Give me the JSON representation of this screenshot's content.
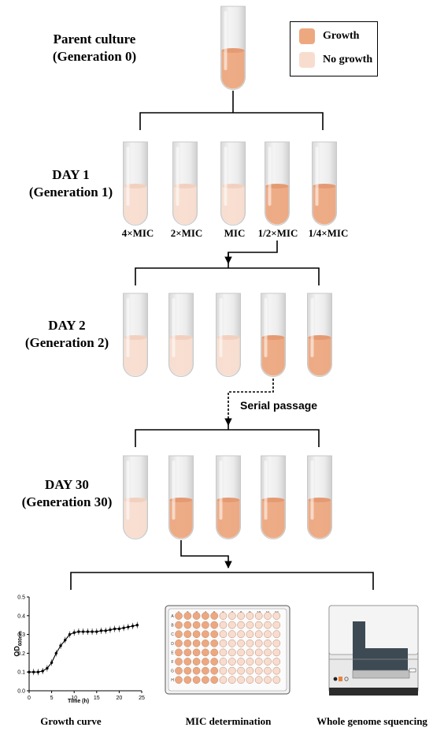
{
  "legend": {
    "growth_label": "Growth",
    "nogrowth_label": "No growth",
    "growth_color": "#eda880",
    "nogrowth_color": "#f8ddcf"
  },
  "stages": [
    {
      "title": "Parent culture",
      "subtitle": "(Generation 0)"
    },
    {
      "title": "DAY 1",
      "subtitle": "(Generation 1)"
    },
    {
      "title": "DAY 2",
      "subtitle": "(Generation 2)"
    },
    {
      "title": "DAY 30",
      "subtitle": "(Generation 30)"
    }
  ],
  "concentrations": [
    "4×MIC",
    "2×MIC",
    "MIC",
    "1/2×MIC",
    "1/4×MIC"
  ],
  "tube_states": {
    "parent": [
      "growth"
    ],
    "day1": [
      "none",
      "none",
      "none",
      "growth",
      "growth"
    ],
    "day2": [
      "none",
      "none",
      "none",
      "growth",
      "growth"
    ],
    "day30": [
      "none",
      "growth",
      "growth",
      "growth",
      "growth"
    ]
  },
  "serial_passage_label": "Serial passage",
  "outputs": [
    "Growth curve",
    "MIC determination",
    "Whole genome squencing"
  ],
  "growth_chart": {
    "ylabel_main": "OD",
    "ylabel_sub": "600nm",
    "xlabel": "Time (h)",
    "x_ticks": [
      "0",
      "5",
      "10",
      "15",
      "20",
      "25"
    ],
    "y_ticks": [
      "0.0",
      "0.1",
      "0.2",
      "0.3",
      "0.4",
      "0.5"
    ]
  },
  "chart_data": {
    "type": "line",
    "xlabel": "Time (h)",
    "ylabel": "OD600nm",
    "xlim": [
      0,
      25
    ],
    "ylim": [
      0,
      0.5
    ],
    "series": [
      {
        "x": [
          0,
          1,
          2,
          3,
          4,
          5,
          6,
          7,
          8,
          9,
          10,
          11,
          12,
          13,
          14,
          15,
          16,
          17,
          18,
          19,
          20,
          21,
          22,
          23,
          24
        ],
        "values": [
          0.1,
          0.1,
          0.1,
          0.105,
          0.12,
          0.15,
          0.2,
          0.24,
          0.27,
          0.3,
          0.31,
          0.315,
          0.315,
          0.315,
          0.315,
          0.315,
          0.32,
          0.32,
          0.325,
          0.33,
          0.33,
          0.335,
          0.34,
          0.345,
          0.35
        ]
      }
    ]
  },
  "plate": {
    "col_labels": [
      "1",
      "2",
      "3",
      "4",
      "5",
      "6",
      "7",
      "8",
      "9",
      "10",
      "11",
      "12"
    ],
    "row_labels": [
      "A",
      "B",
      "C",
      "D",
      "E",
      "F",
      "G",
      "H"
    ],
    "growth_columns": 5
  }
}
